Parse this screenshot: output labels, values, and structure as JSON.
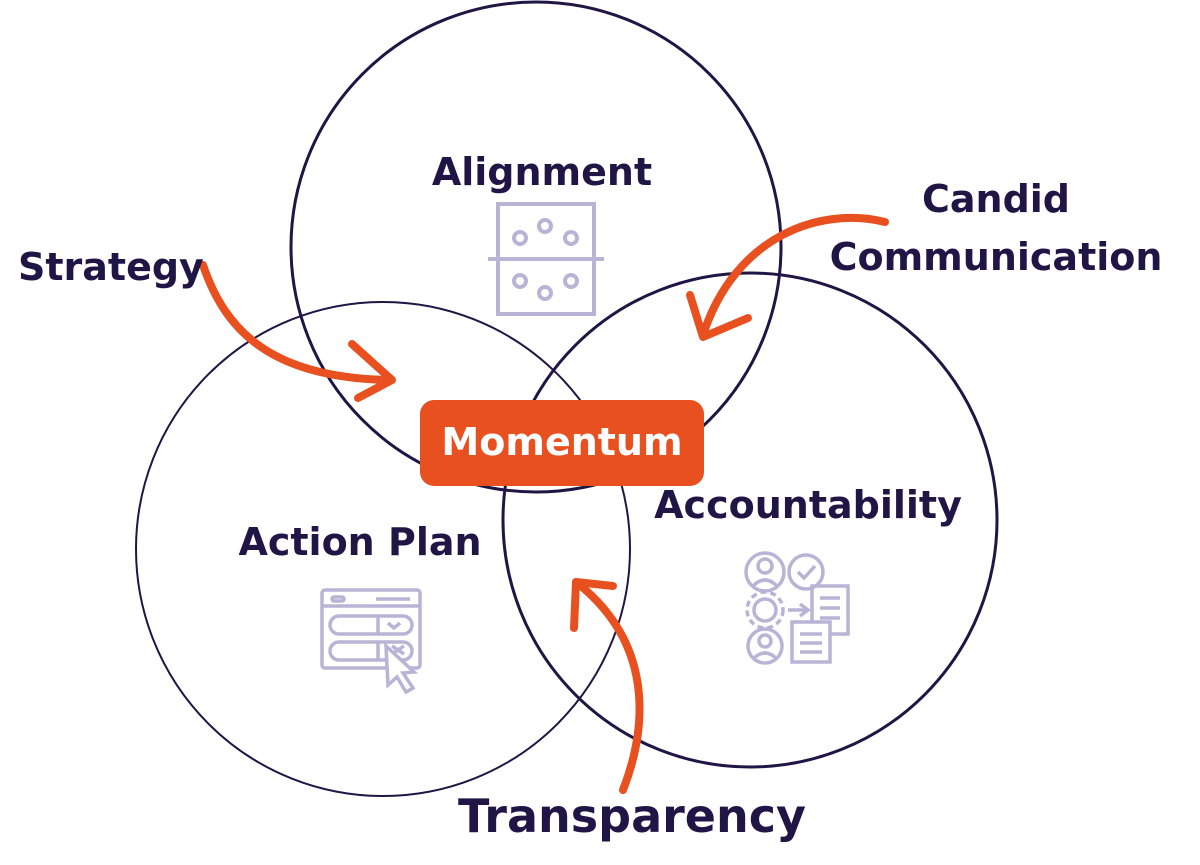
{
  "colors": {
    "ink": "#1f1645",
    "accent": "#e8501f",
    "icon": "#b9b4d6",
    "background": "#ffffff"
  },
  "circles": {
    "alignment": {
      "label": "Alignment",
      "icon": "alignment-board-icon"
    },
    "action_plan": {
      "label": "Action Plan",
      "icon": "action-plan-form-icon"
    },
    "accountability": {
      "label": "Accountability",
      "icon": "accountability-workflow-icon"
    }
  },
  "center": {
    "label": "Momentum"
  },
  "drivers": {
    "strategy": "Strategy",
    "candid_line1": "Candid",
    "candid_line2": "Communication",
    "transparency": "Transparency"
  }
}
